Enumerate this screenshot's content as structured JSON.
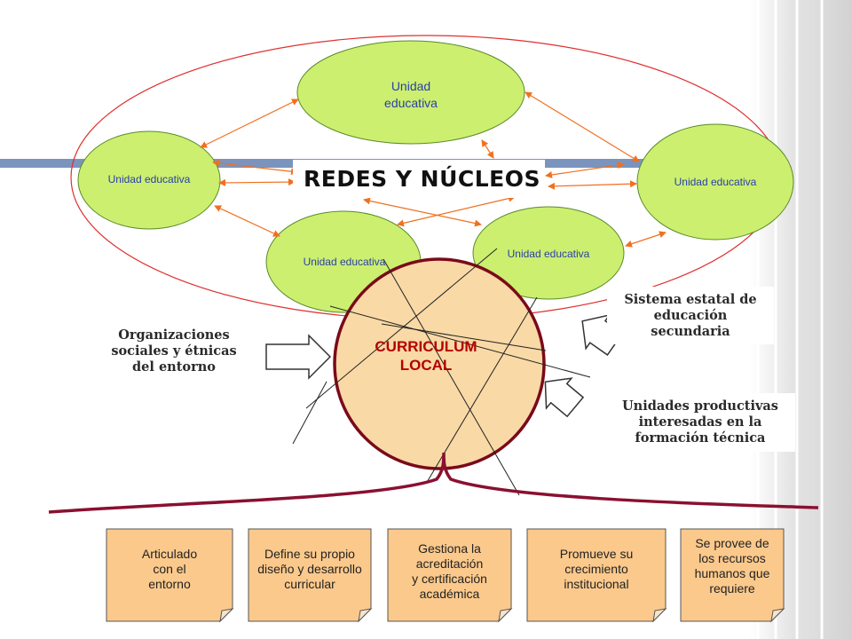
{
  "title": "REDES Y NÚCLEOS",
  "center": {
    "line1": "CURRICULUM",
    "line2": "LOCAL"
  },
  "units": {
    "top_line1": "Unidad",
    "top_line2": "educativa",
    "left": "Unidad educativa",
    "right": "Unidad educativa",
    "bottom_left": "Unidad educativa",
    "bottom_right": "Unidad educativa"
  },
  "inputs": {
    "organizaciones": [
      "Organizaciones",
      "sociales y étnicas",
      "del entorno"
    ],
    "sistema": [
      "Sistema estatal de",
      "educación",
      "secundaria"
    ],
    "unidades_productivas": [
      "Unidades productivas",
      "interesadas en la",
      "formación técnica"
    ]
  },
  "characteristics": [
    [
      "Articulado",
      "con el",
      "entorno"
    ],
    [
      "Define su propio",
      "diseño y desarrollo",
      "curricular"
    ],
    [
      "Gestiona la",
      "acreditación",
      "y certificación",
      "académica"
    ],
    [
      "Promueve su",
      "crecimiento",
      "institucional"
    ],
    [
      "Se provee de",
      "los recursos",
      "humanos que",
      "requiere"
    ]
  ],
  "colors": {
    "unit_fill": "#ccef70",
    "unit_stroke": "#5a8a28",
    "arrow": "#f07020",
    "outer_ellipse": "#e03030",
    "center_fill": "#f9d9a6",
    "center_stroke": "#7a0a1a",
    "note_fill": "#fbc98c",
    "unit_text": "#2a3fa8",
    "center_text": "#b30000",
    "bracket": "#8a1030"
  }
}
